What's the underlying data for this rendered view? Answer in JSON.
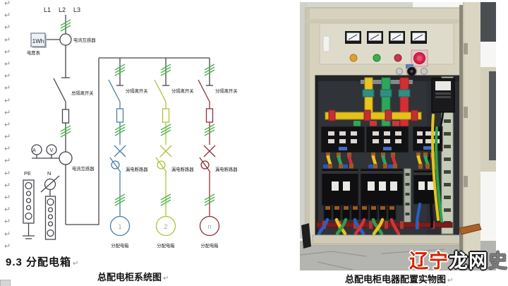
{
  "page": {
    "pilcrow": "↵",
    "heading": "9.3 分配电箱"
  },
  "diagram": {
    "caption": "总配电柜系统图",
    "phases": [
      "L1",
      "L2",
      "L3"
    ],
    "energy_meter_box": "1Wh",
    "energy_meter_label": "电度表",
    "ct_label_top": "电流互感器",
    "ct_label_mid": "电流互感器",
    "main_isolator_label": "总隔离开关",
    "ammeter": "A",
    "voltmeter": "V",
    "pe_label": "PE",
    "n_label": "N",
    "colors": {
      "main_line": "#45454d",
      "hatch_green": "#4db44d",
      "branch_blue": "#4a7fa6",
      "branch_green": "#a9c636",
      "branch_red": "#8d3237"
    },
    "branches": [
      {
        "number": "1",
        "isolator_label": "分隔离开关",
        "rcd_label": "漏电断路器",
        "box_label": "分配电箱"
      },
      {
        "number": "2",
        "isolator_label": "分隔离开关",
        "rcd_label": "漏电断路器",
        "box_label": "分配电箱"
      },
      {
        "number": "n",
        "isolator_label": "分隔离开关",
        "rcd_label": "漏电断路器",
        "box_label": "分配电箱"
      }
    ]
  },
  "photo": {
    "caption": "总配电柜电器配置实物图",
    "watermark": {
      "part1": "辽宁",
      "part2": "龙网",
      "part3": "史"
    }
  }
}
